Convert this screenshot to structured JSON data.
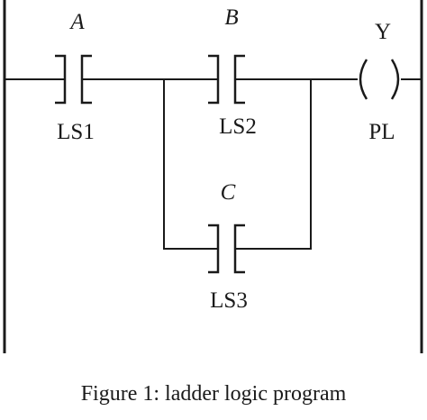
{
  "diagram": {
    "contacts": [
      {
        "id": "LS1",
        "italic_label": "A",
        "device_label": "LS1"
      },
      {
        "id": "LS2",
        "italic_label": "B",
        "device_label": "LS2"
      },
      {
        "id": "LS3",
        "italic_label": "C",
        "device_label": "LS3"
      }
    ],
    "coil": {
      "output_label": "Y",
      "device_label": "PL"
    }
  },
  "caption": "Figure 1: ladder logic program"
}
